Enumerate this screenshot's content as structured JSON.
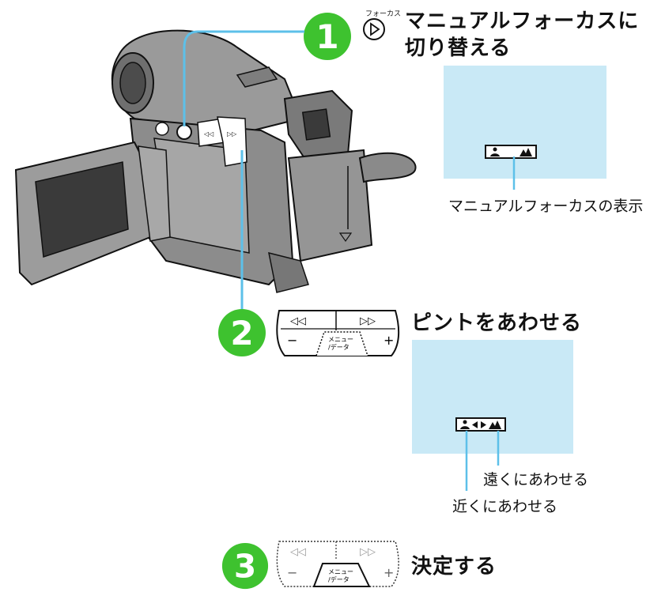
{
  "steps": [
    {
      "number": "1",
      "title_line1": "マニュアルフォーカスに",
      "title_line2": "切り替える"
    },
    {
      "number": "2",
      "title": "ピントをあわせる"
    },
    {
      "number": "3",
      "title": "決定する"
    }
  ],
  "focus_button_label": "フォーカス",
  "captions": {
    "manual_focus_display": "マニュアルフォーカスの表示",
    "far": "遠くにあわせる",
    "near": "近くにあわせる"
  },
  "buttons": {
    "menu_line1": "メニュー",
    "menu_line2": "/データ",
    "minus": "−",
    "plus": "+"
  },
  "colors": {
    "step_green": "#3ec22f",
    "lcd_blue": "#c9e9f6",
    "camera_gray": "#8c8c8c"
  }
}
